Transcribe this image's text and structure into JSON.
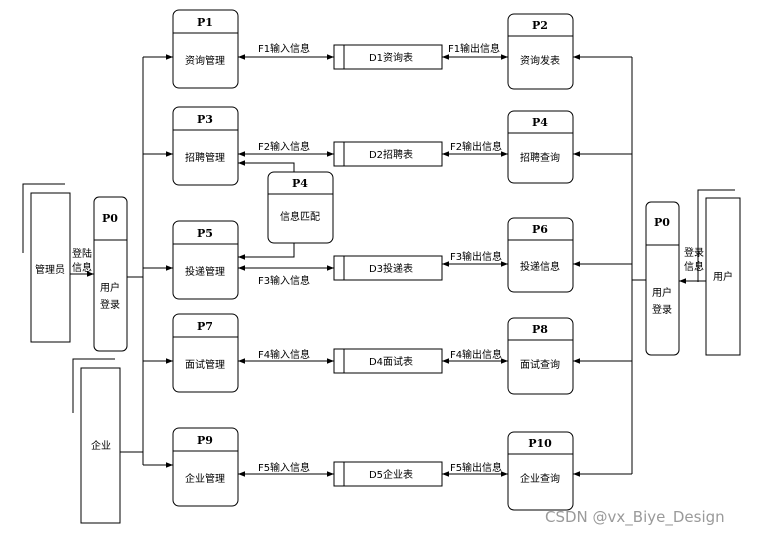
{
  "processes": {
    "p1": {
      "id": "P1",
      "label": "资询管理"
    },
    "p2": {
      "id": "P2",
      "label": "资询发表"
    },
    "p3": {
      "id": "P3",
      "label": "招聘管理"
    },
    "p4": {
      "id": "P4",
      "label": "招聘查询"
    },
    "p4m": {
      "id": "P4",
      "label": "信息匹配"
    },
    "p5": {
      "id": "P5",
      "label": "投递管理"
    },
    "p6": {
      "id": "P6",
      "label": "投递信息"
    },
    "p7": {
      "id": "P7",
      "label": "面试管理"
    },
    "p8": {
      "id": "P8",
      "label": "面试查询"
    },
    "p9": {
      "id": "P9",
      "label": "企业管理"
    },
    "p10": {
      "id": "P10",
      "label": "企业查询"
    },
    "p0l": {
      "id": "P0",
      "label1": "用户",
      "label2": "登录"
    },
    "p0r": {
      "id": "P0",
      "label1": "用户",
      "label2": "登录"
    }
  },
  "stores": {
    "d1": "D1资询表",
    "d2": "D2招聘表",
    "d3": "D3投递表",
    "d4": "D4面试表",
    "d5": "D5企业表"
  },
  "entities": {
    "admin": "管理员",
    "company": "企业",
    "user": "用户"
  },
  "flows": {
    "f1in": "F1输入信息",
    "f1out": "F1输出信息",
    "f2in": "F2输入信息",
    "f2out": "F2输出信息",
    "f3in": "F3输入信息",
    "f3out": "F3输出信息",
    "f4in": "F4输入信息",
    "f4out": "F4输出信息",
    "f5in": "F5输入信息",
    "f5out": "F5输出信息",
    "login_left": [
      "登陆",
      "信息"
    ],
    "login_right": [
      "登录",
      "信息"
    ]
  },
  "watermark": "CSDN @vx_Biye_Design"
}
